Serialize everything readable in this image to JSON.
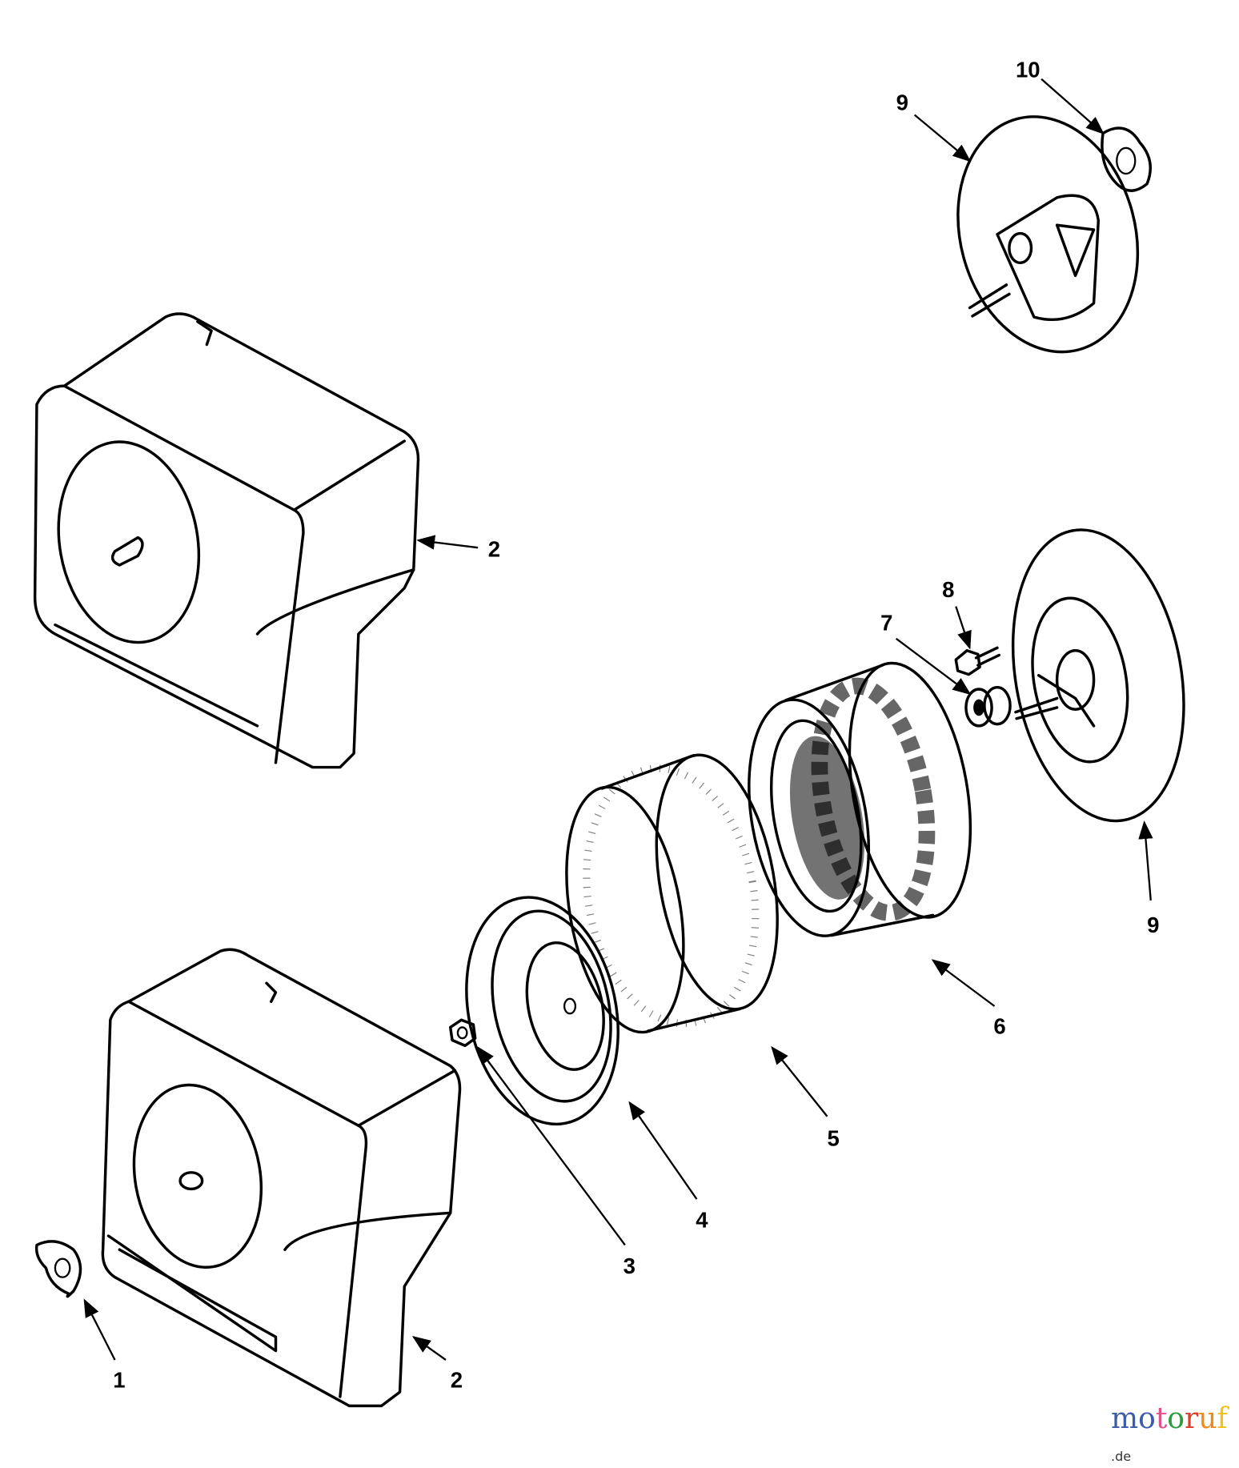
{
  "diagram": {
    "callouts": [
      {
        "id": "callout-10",
        "label": "10"
      },
      {
        "id": "callout-9-top",
        "label": "9"
      },
      {
        "id": "callout-2-top",
        "label": "2"
      },
      {
        "id": "callout-8",
        "label": "8"
      },
      {
        "id": "callout-7",
        "label": "7"
      },
      {
        "id": "callout-9-right",
        "label": "9"
      },
      {
        "id": "callout-6",
        "label": "6"
      },
      {
        "id": "callout-5",
        "label": "5"
      },
      {
        "id": "callout-4",
        "label": "4"
      },
      {
        "id": "callout-3",
        "label": "3"
      },
      {
        "id": "callout-1",
        "label": "1"
      },
      {
        "id": "callout-2-bottom",
        "label": "2"
      }
    ]
  },
  "watermark": {
    "letters": [
      "m",
      "o",
      "t",
      "o",
      "r",
      "u",
      "f"
    ],
    "colors": [
      "#3b5bab",
      "#3b5bab",
      "#e0508a",
      "#2e9a3e",
      "#d9402c",
      "#f08a1c",
      "#f2c21c"
    ],
    "suffix": ".de"
  }
}
